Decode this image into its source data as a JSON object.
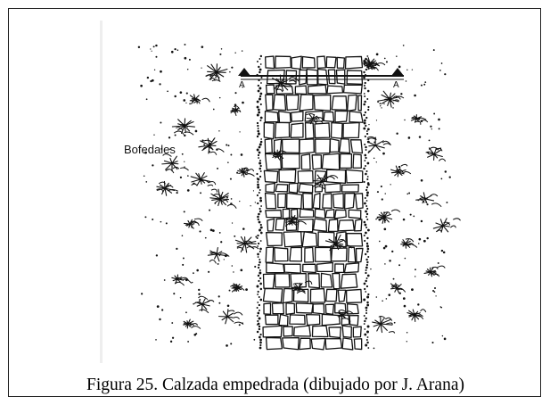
{
  "figure": {
    "label": "Bofedales",
    "section_marker_left": "A",
    "section_marker_right": "A",
    "caption": "Figura 25. Calzada empedrada (dibujado por J. Arana)"
  },
  "colors": {
    "ink": "#111111",
    "paper": "#ffffff",
    "frame": "#222222"
  }
}
